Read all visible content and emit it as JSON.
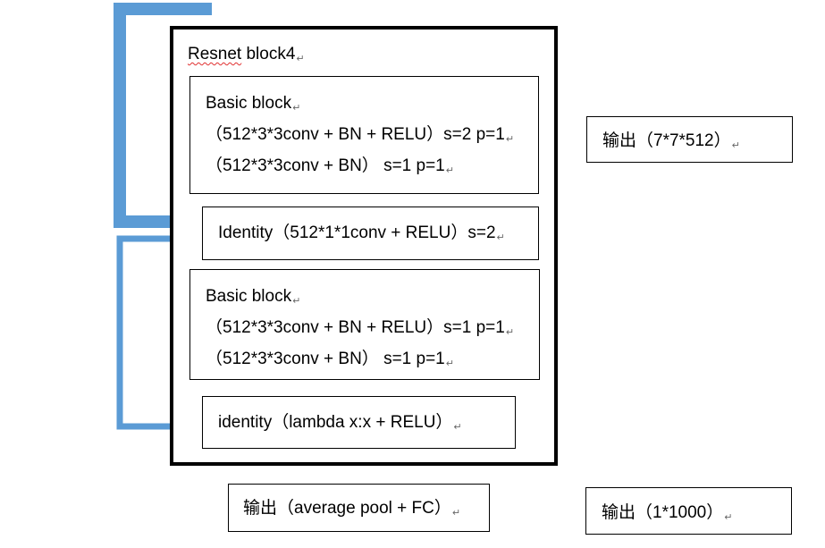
{
  "colors": {
    "arrow": "#5b9bd5",
    "border": "#000000",
    "paragraph_mark": "#666666",
    "spellcheck": "#e03030"
  },
  "paragraph_mark": "↵",
  "block": {
    "title_word": "Resnet",
    "title_rest": " block4",
    "basic_block_1": {
      "title": "Basic block",
      "line1": "（512*3*3conv + BN + RELU）s=2 p=1",
      "line2": "（512*3*3conv + BN） s=1 p=1"
    },
    "identity_1": "Identity（512*1*1conv + RELU）s=2",
    "basic_block_2": {
      "title": "Basic block",
      "line1": "（512*3*3conv + BN + RELU）s=1 p=1",
      "line2": "（512*3*3conv + BN） s=1 p=1"
    },
    "identity_2": "identity（lambda x:x + RELU）"
  },
  "outputs": {
    "block_output": "输出（7*7*512）",
    "pool_fc": "输出（average pool + FC）",
    "final": "输出（1*1000）"
  }
}
